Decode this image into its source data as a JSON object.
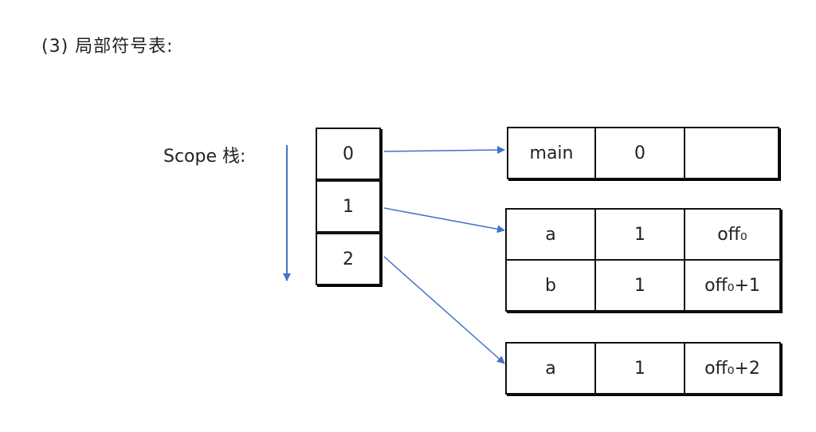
{
  "heading": "(3)  局部符号表:",
  "stack_label": "Scope 栈:",
  "stack": [
    "0",
    "1",
    "2"
  ],
  "tables": [
    {
      "rows": [
        [
          "main",
          "0",
          ""
        ]
      ]
    },
    {
      "rows": [
        [
          "a",
          "1",
          "off₀"
        ],
        [
          "b",
          "1",
          "off₀+1"
        ]
      ]
    },
    {
      "rows": [
        [
          "a",
          "1",
          "off₀+2"
        ]
      ]
    }
  ],
  "colors": {
    "arrow": "#4472C4",
    "border": "#111111",
    "text": "#222222"
  }
}
